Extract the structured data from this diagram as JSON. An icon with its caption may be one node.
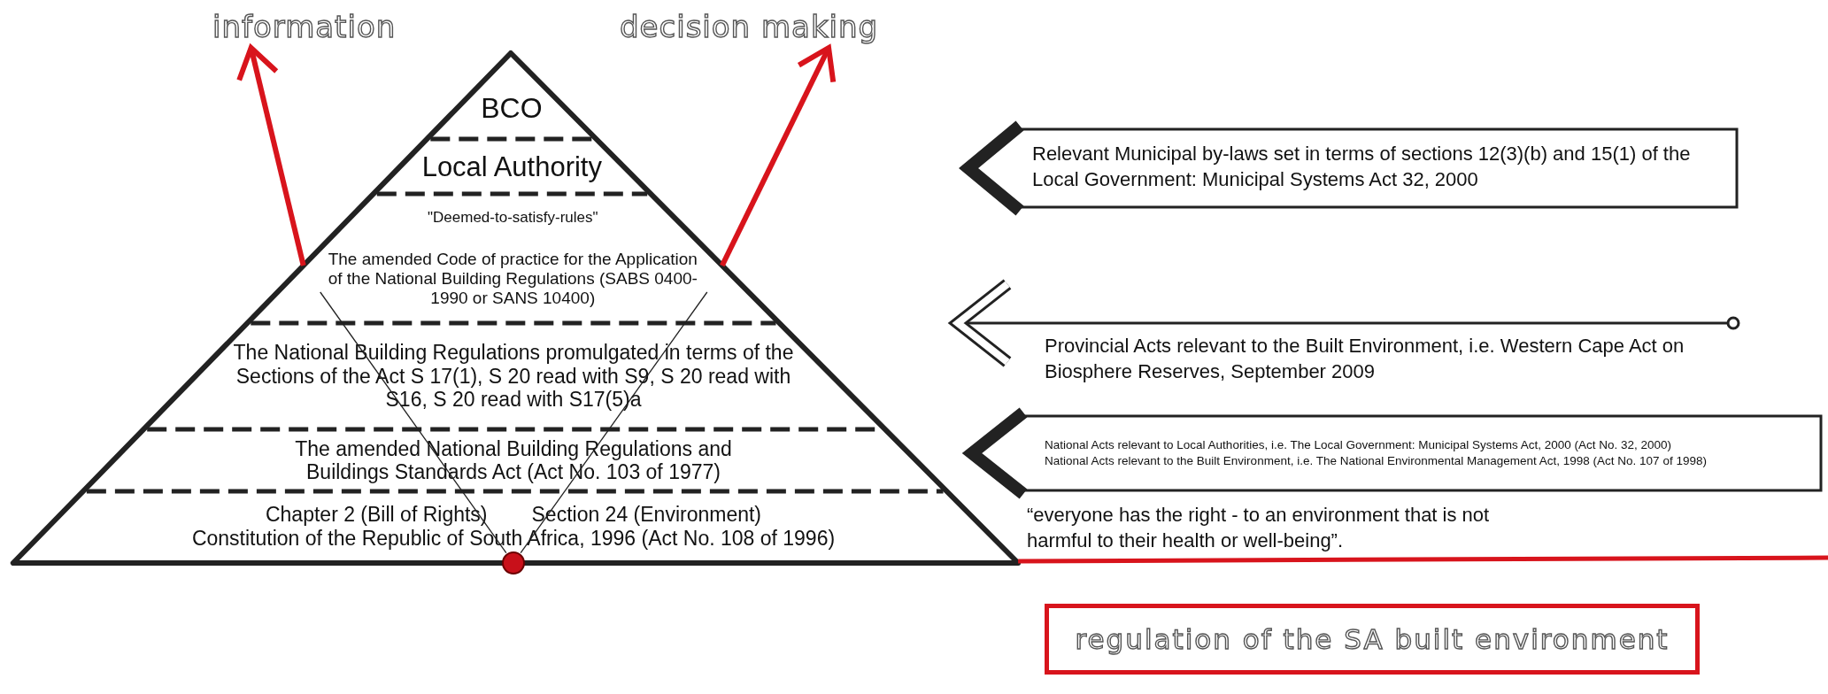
{
  "diagram": {
    "nodes": [
      {
        "text": [
          "BCO"
        ]
      },
      {
        "text": [
          "Local Authority"
        ]
      },
      {
        "text": [
          "\"Deemed-to-satisfy-rules\"",
          "The amended Code of practice for the Application of the National Building Regulations (SABS 0400-1990 or SANS 10400)"
        ]
      },
      {
        "text": [
          "The National Building Regulations promulgated in terms of the Sections of the Act S 17(1), S 20 read with S9, S 20 read with S16, S 20 read with S17(5)a"
        ]
      },
      {
        "text": [
          "The amended National Building Regulations and Buildings Standards Act (Act No. 103 of 1977)"
        ]
      },
      {
        "text": [
          "Chapter 2 (Bill of Rights)",
          "Section 24 (Environment)",
          "Constitution of the Republic of South Africa, 1996 (Act No. 108 of 1996)"
        ]
      },
      {
        "text": [],
        "shape": "circle"
      },
      {
        "text": [
          "Relevant Municipal by-laws set in terms of sections 12(3)(b) and 15(1) of the Local Government: Municipal Systems Act 32, 2000"
        ]
      },
      {
        "text": [
          "Provincial Acts relevant to the Built Environment, i.e. Western Cape Act on Biosphere Reserves, September 2009"
        ]
      },
      {
        "text": [
          "National Acts relevant to Local Authorities, i.e. The Local Government: Municipal Systems Act, 2000 (Act No. 32, 2000)",
          "National Acts relevant to the Built Environment, i.e. The National Environmental Management Act, 1998 (Act No. 107 of 1998)"
        ]
      },
      {
        "text": [
          "regulation of the SA built environment"
        ]
      },
      {
        "text": [
          "information"
        ]
      },
      {
        "text": [
          "decision making"
        ]
      }
    ],
    "edges": [
      {
        "from": 2,
        "to": 11,
        "arrow": "to",
        "style": "thick",
        "color": "#d8141c"
      },
      {
        "from": 2,
        "to": 12,
        "arrow": "to",
        "style": "thick",
        "color": "#d8141c"
      },
      {
        "from": 2,
        "to": 6,
        "arrow": "none",
        "color": "#222222"
      },
      {
        "from": 2,
        "to": 6,
        "arrow": "none",
        "color": "#222222"
      }
    ],
    "labels": [
      "“everyone has the right - to an environment that is not harmful to their health or well-being”."
    ]
  }
}
